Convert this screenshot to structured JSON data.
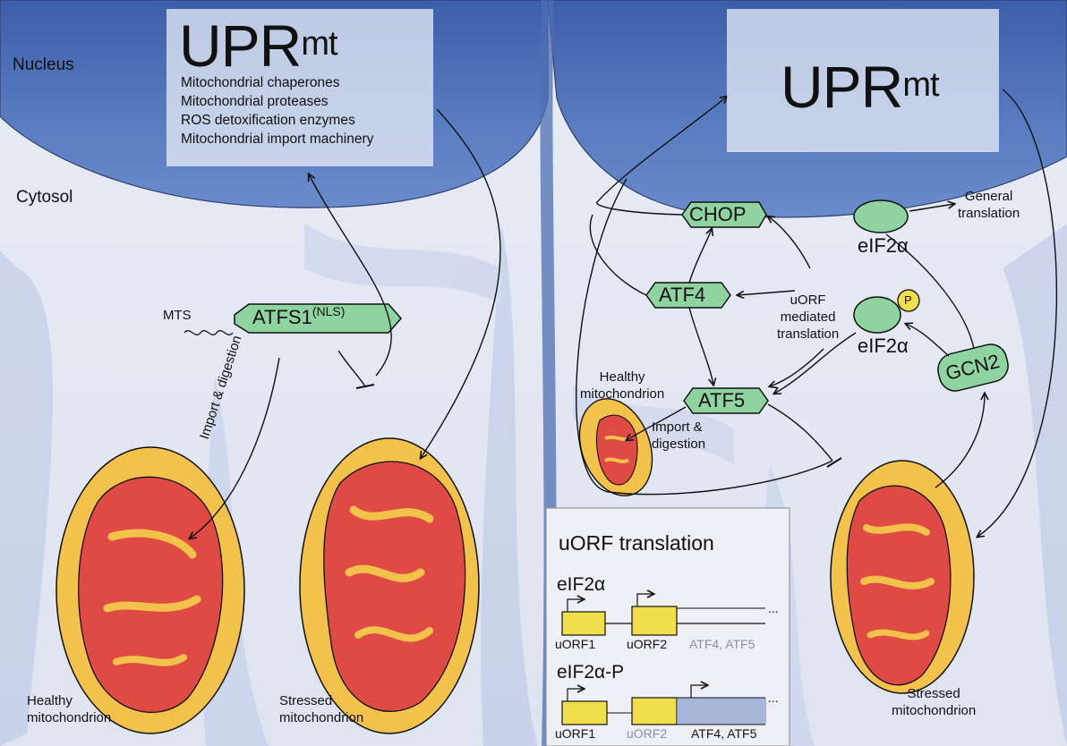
{
  "left": {
    "nucleus_label": "Nucleus",
    "cytosol_label": "Cytosol",
    "upr": {
      "main": "UPR",
      "sup": "mt"
    },
    "targets": [
      "Mitochondrial chaperones",
      "Mitochondrial proteases",
      "ROS detoxification enzymes",
      "Mitochondrial import machinery"
    ],
    "mts_label": "MTS",
    "atfs1": {
      "main": "ATFS1",
      "sup": "(NLS)"
    },
    "import_label": "Import & digestion",
    "healthy_label": [
      "Healthy",
      "mitochondrion"
    ],
    "stressed_label": [
      "Stressed",
      "mitochondrion"
    ]
  },
  "right": {
    "upr": {
      "main": "UPR",
      "sup": "mt"
    },
    "chop": "CHOP",
    "atf4": "ATF4",
    "atf5": "ATF5",
    "gcn2": "GCN2",
    "eif2a": "eIF2α",
    "eif2a_p": "eIF2α",
    "p_label": "P",
    "general_translation": [
      "General",
      "translation"
    ],
    "uorf_mediated": [
      "uORF",
      "mediated",
      "translation"
    ],
    "healthy_label": [
      "Healthy",
      "mitochondrion"
    ],
    "import_label": [
      "Import &",
      "digestion"
    ],
    "stressed_label": [
      "Stressed",
      "mitochondrion"
    ]
  },
  "inset": {
    "title": "uORF translation",
    "row1": {
      "title": "eIF2α",
      "uorf1": "uORF1",
      "uorf2": "uORF2",
      "targets": "ATF4, ATF5",
      "dots": "..."
    },
    "row2": {
      "title": "eIF2α-P",
      "uorf1": "uORF1",
      "uorf2": "uORF2",
      "targets": "ATF4, ATF5",
      "dots": "..."
    }
  },
  "colors": {
    "nucleus_blue": "#4d6fb3",
    "protein_green": "#8fd3a0",
    "mito_yellow": "#f3c24a",
    "mito_red": "#e04a44",
    "uorf_yellow": "#f0df4a"
  }
}
